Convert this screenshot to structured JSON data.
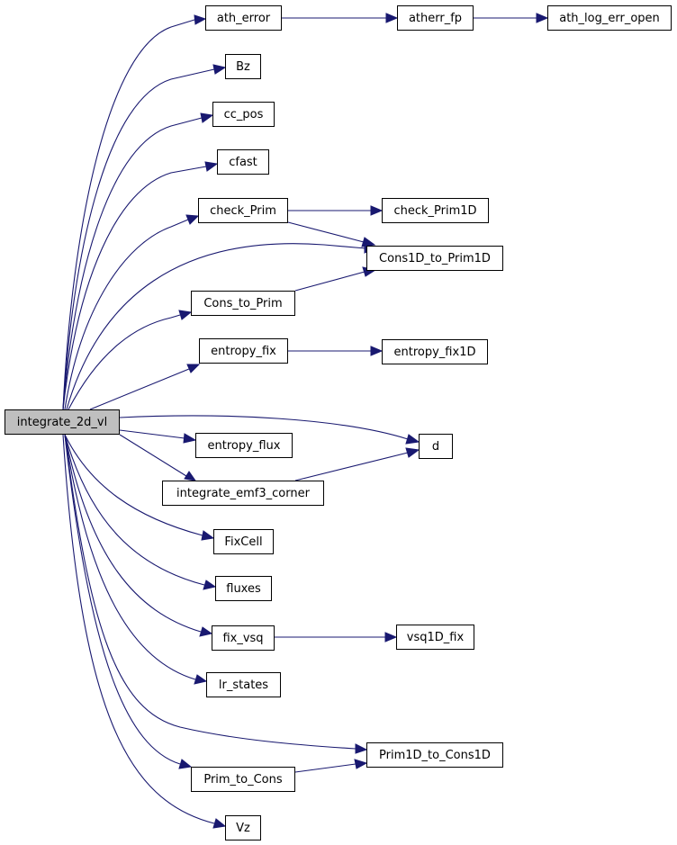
{
  "graph": {
    "root": {
      "id": "integrate_2d_vl",
      "label": "integrate_2d_vl"
    },
    "nodes": [
      {
        "id": "ath_error",
        "label": "ath_error"
      },
      {
        "id": "atherr_fp",
        "label": "atherr_fp"
      },
      {
        "id": "ath_log_err_open",
        "label": "ath_log_err_open"
      },
      {
        "id": "Bz",
        "label": "Bz"
      },
      {
        "id": "cc_pos",
        "label": "cc_pos"
      },
      {
        "id": "cfast",
        "label": "cfast"
      },
      {
        "id": "check_Prim",
        "label": "check_Prim"
      },
      {
        "id": "check_Prim1D",
        "label": "check_Prim1D"
      },
      {
        "id": "Cons1D_to_Prim1D",
        "label": "Cons1D_to_Prim1D"
      },
      {
        "id": "Cons_to_Prim",
        "label": "Cons_to_Prim"
      },
      {
        "id": "entropy_fix",
        "label": "entropy_fix"
      },
      {
        "id": "entropy_fix1D",
        "label": "entropy_fix1D"
      },
      {
        "id": "d",
        "label": "d"
      },
      {
        "id": "entropy_flux",
        "label": "entropy_flux"
      },
      {
        "id": "integrate_emf3_corner",
        "label": "integrate_emf3_corner"
      },
      {
        "id": "FixCell",
        "label": "FixCell"
      },
      {
        "id": "fluxes",
        "label": "fluxes"
      },
      {
        "id": "fix_vsq",
        "label": "fix_vsq"
      },
      {
        "id": "vsq1D_fix",
        "label": "vsq1D_fix"
      },
      {
        "id": "lr_states",
        "label": "lr_states"
      },
      {
        "id": "Prim1D_to_Cons1D",
        "label": "Prim1D_to_Cons1D"
      },
      {
        "id": "Prim_to_Cons",
        "label": "Prim_to_Cons"
      },
      {
        "id": "Vz",
        "label": "Vz"
      }
    ],
    "edges": [
      [
        "integrate_2d_vl",
        "ath_error"
      ],
      [
        "ath_error",
        "atherr_fp"
      ],
      [
        "atherr_fp",
        "ath_log_err_open"
      ],
      [
        "integrate_2d_vl",
        "Bz"
      ],
      [
        "integrate_2d_vl",
        "cc_pos"
      ],
      [
        "integrate_2d_vl",
        "cfast"
      ],
      [
        "integrate_2d_vl",
        "check_Prim"
      ],
      [
        "check_Prim",
        "check_Prim1D"
      ],
      [
        "check_Prim",
        "Cons1D_to_Prim1D"
      ],
      [
        "integrate_2d_vl",
        "Cons1D_to_Prim1D"
      ],
      [
        "integrate_2d_vl",
        "Cons_to_Prim"
      ],
      [
        "Cons_to_Prim",
        "Cons1D_to_Prim1D"
      ],
      [
        "integrate_2d_vl",
        "entropy_fix"
      ],
      [
        "entropy_fix",
        "entropy_fix1D"
      ],
      [
        "integrate_2d_vl",
        "d"
      ],
      [
        "integrate_2d_vl",
        "entropy_flux"
      ],
      [
        "integrate_2d_vl",
        "integrate_emf3_corner"
      ],
      [
        "integrate_emf3_corner",
        "d"
      ],
      [
        "integrate_2d_vl",
        "FixCell"
      ],
      [
        "integrate_2d_vl",
        "fluxes"
      ],
      [
        "integrate_2d_vl",
        "fix_vsq"
      ],
      [
        "fix_vsq",
        "vsq1D_fix"
      ],
      [
        "integrate_2d_vl",
        "lr_states"
      ],
      [
        "integrate_2d_vl",
        "Prim1D_to_Cons1D"
      ],
      [
        "integrate_2d_vl",
        "Prim_to_Cons"
      ],
      [
        "Prim_to_Cons",
        "Prim1D_to_Cons1D"
      ],
      [
        "integrate_2d_vl",
        "Vz"
      ]
    ],
    "colors": {
      "edge": "#191970",
      "root_fill": "#bfbfbf",
      "node_fill": "#ffffff",
      "border": "#000000"
    }
  }
}
